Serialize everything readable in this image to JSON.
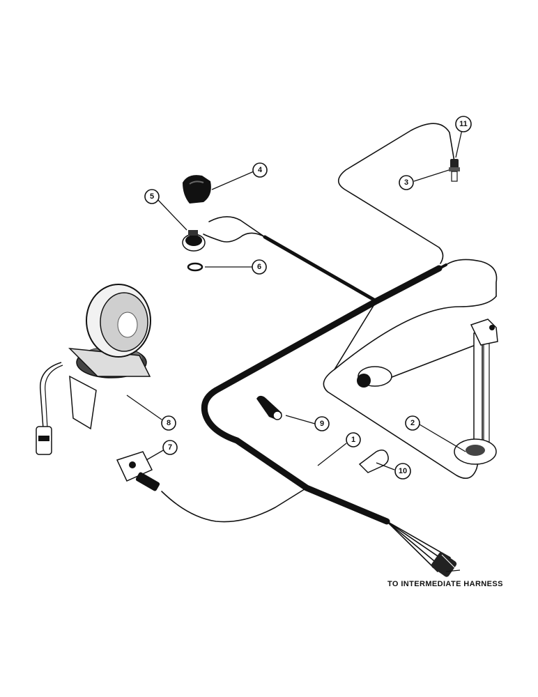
{
  "callouts": [
    {
      "number": "1",
      "part": "main-harness"
    },
    {
      "number": "2",
      "part": "fuel-sender"
    },
    {
      "number": "3",
      "part": "temperature-sender"
    },
    {
      "number": "4",
      "part": "switch-cap"
    },
    {
      "number": "5",
      "part": "oil-pressure-switch"
    },
    {
      "number": "6",
      "part": "washer"
    },
    {
      "number": "7",
      "part": "bracket-connector"
    },
    {
      "number": "8",
      "part": "work-lamp"
    },
    {
      "number": "9",
      "part": "terminal-lug"
    },
    {
      "number": "10",
      "part": "clip"
    },
    {
      "number": "11",
      "part": "sender-terminal"
    }
  ],
  "caption": "TO INTERMEDIATE HARNESS"
}
